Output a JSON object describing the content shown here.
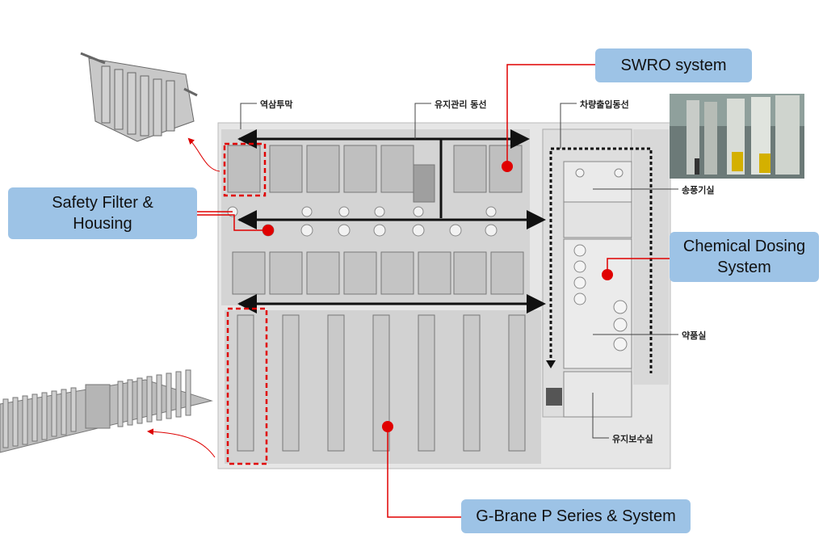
{
  "callouts": {
    "swro": "SWRO system",
    "safety_filter": "Safety Filter &\nHousing",
    "chemical_dosing": "Chemical Dosing\nSystem",
    "gbrane": "G-Brane P Series & System"
  },
  "labels": {
    "ro_membrane": "역삼투막",
    "maintenance_route": "유지관리 동선",
    "vehicle_route": "차량출입동선",
    "blower_room": "송풍기실",
    "chemical_room": "약품실",
    "maintenance_room": "유지보수실"
  },
  "colors": {
    "callout_bg": "#9dc3e6",
    "marker_red": "#e00000",
    "floor_gray": "#d9d9d9",
    "arrow_black": "#111111"
  }
}
